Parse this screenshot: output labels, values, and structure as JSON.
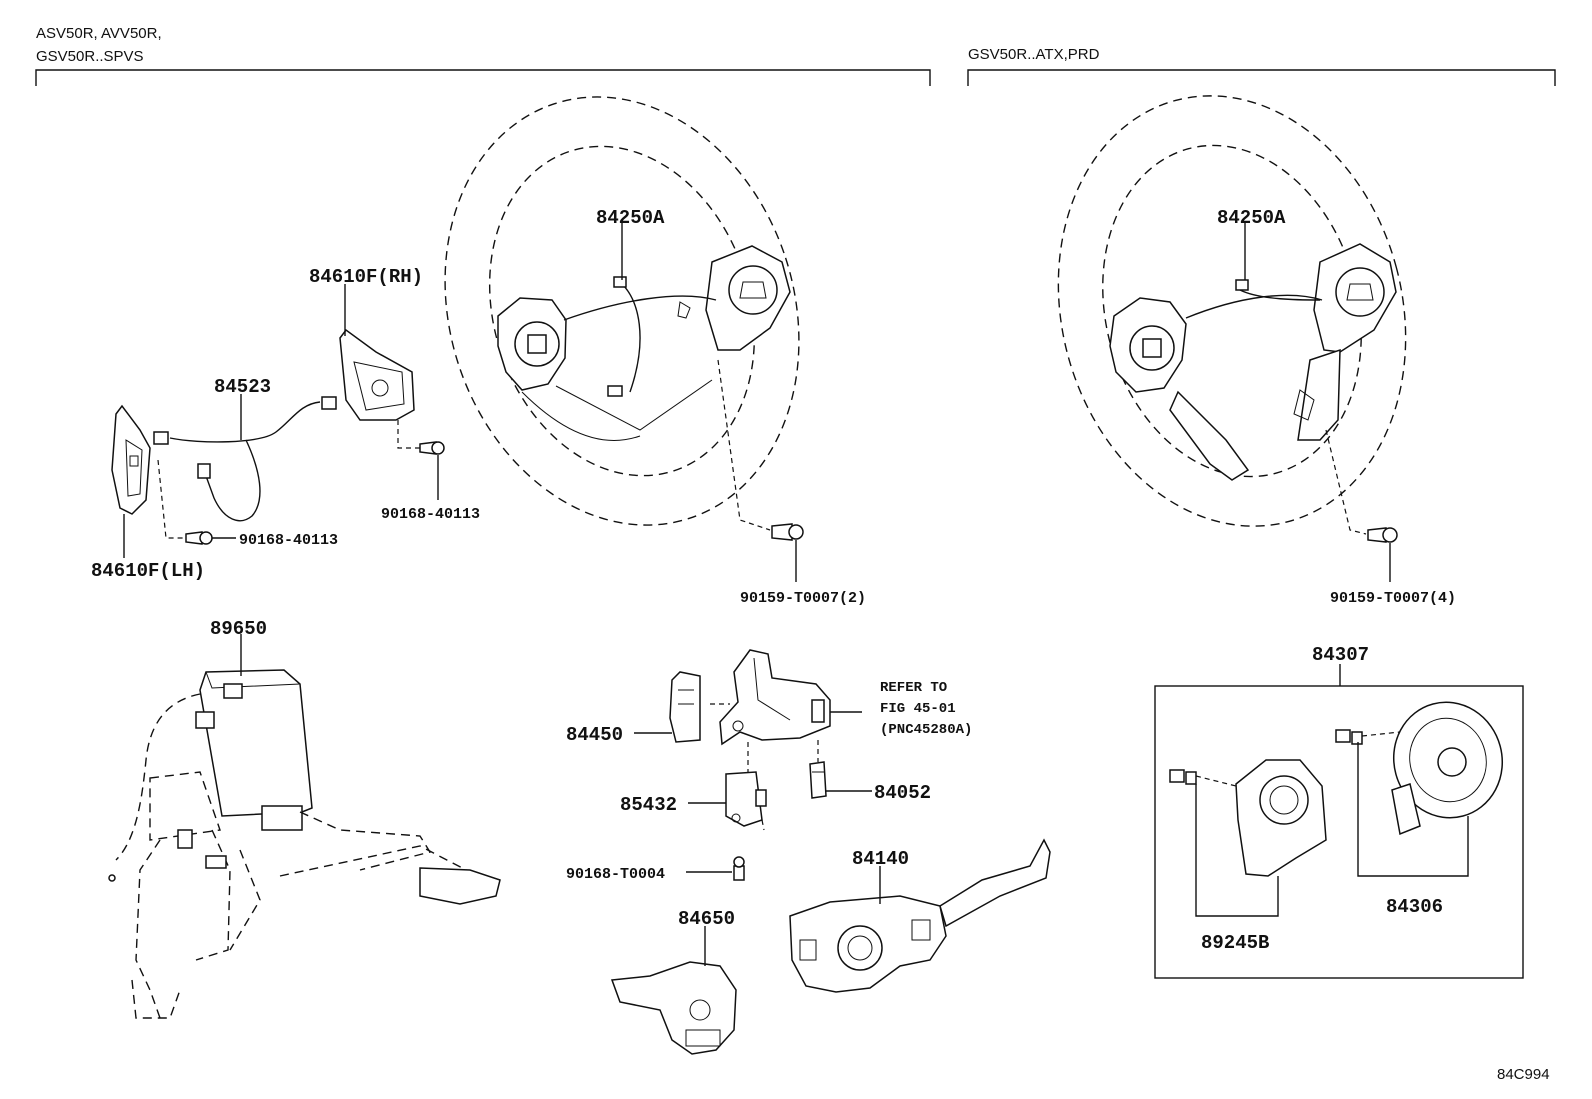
{
  "groups": {
    "left_line1": "ASV50R, AVV50R,",
    "left_line2": "GSV50R..SPVS",
    "right": "GSV50R..ATX,PRD"
  },
  "labels": {
    "p84250A_left": "84250A",
    "p84250A_right": "84250A",
    "p84610F_RH": "84610F(RH)",
    "p84610F_LH": "84610F(LH)",
    "p84523": "84523",
    "p90168_40113_a": "90168-40113",
    "p90168_40113_b": "90168-40113",
    "p90159_T0007_2": "90159-T0007(2)",
    "p90159_T0007_4": "90159-T0007(4)",
    "p89650": "89650",
    "p84450": "84450",
    "p85432": "85432",
    "p84052": "84052",
    "p90168_T0004": "90168-T0004",
    "p84140": "84140",
    "p84650": "84650",
    "p84307": "84307",
    "p84306": "84306",
    "p89245B": "89245B"
  },
  "refer": {
    "line1": "REFER TO",
    "line2": "FIG 45-01",
    "line3": "(PNC45280A)"
  },
  "figure_code": "84C994"
}
